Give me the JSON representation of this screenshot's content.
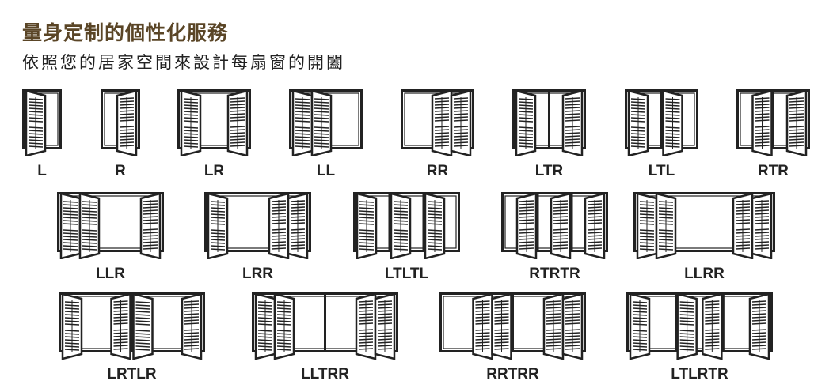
{
  "header": {
    "title": "量身定制的個性化服務",
    "subtitle": "依照您的居家空間來設計每扇窗的開闔"
  },
  "configurations": [
    {
      "label": "L"
    },
    {
      "label": "R"
    },
    {
      "label": "LR"
    },
    {
      "label": "LL"
    },
    {
      "label": "RR"
    },
    {
      "label": "LTR"
    },
    {
      "label": "LTL"
    },
    {
      "label": "RTR"
    },
    {
      "label": "LLR"
    },
    {
      "label": "LRR"
    },
    {
      "label": "LTLTL"
    },
    {
      "label": "RTRTR"
    },
    {
      "label": "LLRR"
    },
    {
      "label": "LRTLR"
    },
    {
      "label": "LLTRR"
    },
    {
      "label": "RRTRR"
    },
    {
      "label": "LTLRTR"
    }
  ],
  "colors": {
    "title": "#5a4526",
    "line": "#222222"
  }
}
